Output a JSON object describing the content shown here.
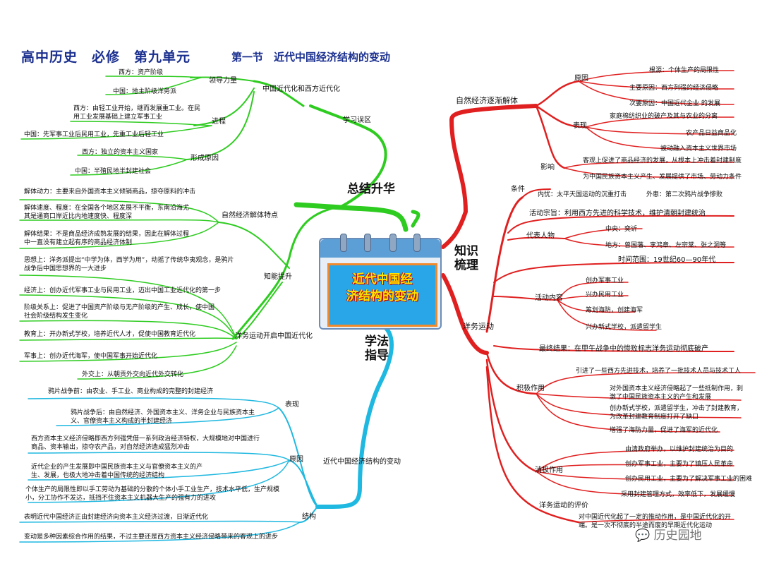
{
  "header": {
    "title": "高中历史　必修　第九单元",
    "section": "第一节　近代中国经济结构的变动"
  },
  "center": {
    "title_line1": "近代中国经",
    "title_line2": "济结构的变动"
  },
  "colors": {
    "green": "#2ecc20",
    "cyan": "#1fb8e0",
    "red": "#e02020",
    "title_blue": "#1a2f8f",
    "center_text": "#ffe600"
  },
  "branches": {
    "summary": {
      "label": "总结升华",
      "study_misconceptions": {
        "label": "学习误区",
        "topic": "中国近代化和西方近代化",
        "groups": [
          {
            "label": "领导力量",
            "items": [
              "西方：资产阶级",
              "中国：地主阶级洋务派"
            ]
          },
          {
            "label": "进程",
            "items": [
              "西方：由轻工业开始，继而发展重工业。在民用工业发展基础上建立军事工业",
              "中国：先军事工业后民用工业，先重工业后轻工业"
            ]
          },
          {
            "label": "形成原因",
            "items": [
              "西方：独立的资本主义国家",
              "中国：半殖民地半封建社会"
            ]
          }
        ]
      },
      "ability": {
        "label": "知能提升",
        "groups": [
          {
            "label": "自然经济解体特点",
            "items": [
              "解体动力：主要来自外国资本主义倾销商品，掠夺原料的冲击",
              "解体速度、程度：在全国各个地区发展不平衡，东南沿海尤其是通商口岸近比内地速度快、程度深",
              "解体结果：不是商品经济成熟发展的结果，因此在解体过程中一直没有建立起有序的商品经济体制"
            ]
          },
          {
            "label": "洋务运动开启中国近代化",
            "items": [
              "思想上：洋务派提出“中学为体，西学为用”，动摇了传统华夷观念，是鸦片战争后中国思想界的一大进步",
              "经济上：创办近代军事工业与民用工业，迈出中国工业近代化的第一步",
              "阶级关系上：促进了中国资产阶级与无产阶级的产生、成长，使中国社会阶级结构发生变化",
              "教育上：开办新式学校，培养近代人才，促使中国教育近代化",
              "军事上：创办近代海军，使中国军事开始近代化",
              "外交上：从朝贡外交向近代外交转化"
            ]
          }
        ]
      }
    },
    "method": {
      "label": "学法指导",
      "topic": "近代中国经济结构的变动",
      "groups": [
        {
          "label": "表现",
          "items": [
            "鸦片战争前：由农业、手工业、商业构成的完整的封建经济",
            "鸦片战争后：由自然经济、外国资本主义、洋务企业与民族资本主义、官僚资本主义构成的半封建经济"
          ]
        },
        {
          "label": "原因",
          "items": [
            "西方资本主义经济侵略即西方列强凭借一系列政治经济特权，大规模地对中国进行商品、资本输出，掠夺农产品，对自然经济造成猛烈冲击",
            "近代企业的产生发展即中国民族资本主义与官僚资本主义的产生、发展，也极大地冲击着中国传统的经济结构",
            "个体生产的局限性即以手工劳动为基础的分散的个体小手工业生产，技术水平低，生产规模小，分工协作不发达，抵挡不住资本主义机器大生产的强有力的进攻"
          ]
        },
        {
          "label": "结构",
          "items": [
            "表明近代中国经济正由封建经济向资本主义经济过渡，日渐近代化",
            "变动是多种因素综合作用的结果，不过主要还是西方资本主义经济侵略带来的客观上的进步"
          ]
        }
      ]
    },
    "knowledge": {
      "label": "知识梳理",
      "natural_economy": {
        "label": "自然经济逐渐解体",
        "groups": [
          {
            "label": "原因",
            "items": [
              "根源：个体生产的局限性",
              "主要原因：西方列强的经济侵略",
              "次要原因：中国近代企业 的发展"
            ]
          },
          {
            "label": "表现",
            "items": [
              "家庭棉纺织业的破产及其与农业的分离",
              "农产品日益商品化",
              "被动融入资本主义世界市场"
            ]
          },
          {
            "label": "影响",
            "items": [
              "客观上促进了商品经济的发展，从根本上冲击着封建制度",
              "为中国民族资本主义产生、发展提供了市场、劳动力条件"
            ]
          }
        ]
      },
      "westernization": {
        "label": "洋务运动",
        "condition_label": "条件",
        "conditions": [
          "内忧：太平天国运动的沉重打击",
          "外患：第二次鸦片战争惨败"
        ],
        "purpose": "活动宗旨：利用西方先进的科学技术，维护清朝封建统治",
        "people_label": "代表人物",
        "people": [
          "中央：奕䜣",
          "地方：曾国藩、李鸿章、左宗棠、张之洞等"
        ],
        "time": "时间范围：19世纪60—90年代",
        "activities_label": "活动内容",
        "activities": [
          "创办军事工业",
          "兴办民用工业",
          "筹划海防，创建海军",
          "兴办新式学校，派遣留学生"
        ],
        "result": "最终结果：在甲午战争中的惨败标志洋务运动彻底破产",
        "positive_label": "积极作用",
        "positive": [
          "引进了一些西方先进技术，培养了一批技术人员与技术工人",
          "对外国资本主义经济侵略起了一些抵制作用，刺激了中国民族资本主义的产生和发展",
          "创办新式学校，派遣留学生，冲击了封建教育，为改革封建教育制度打开了缺口",
          "增强了海防力量，促进了海军的近代化"
        ],
        "negative_label": "消极作用",
        "negative": [
          "由清政府举办，以维护封建统治为目的",
          "创办军事工业，主要为了镇压人民革命",
          "创办民用工业，主要为了解决军事工业的困难",
          "采用封建管理方式，效率低下，发展缓慢"
        ],
        "evaluation_label": "洋务运动的评价",
        "evaluation": "对中国近代化起了一定的推动作用，是中国近代化的开端。是一次不彻底的半途而废的早期近代化运动"
      }
    }
  },
  "watermark": "历史园地"
}
